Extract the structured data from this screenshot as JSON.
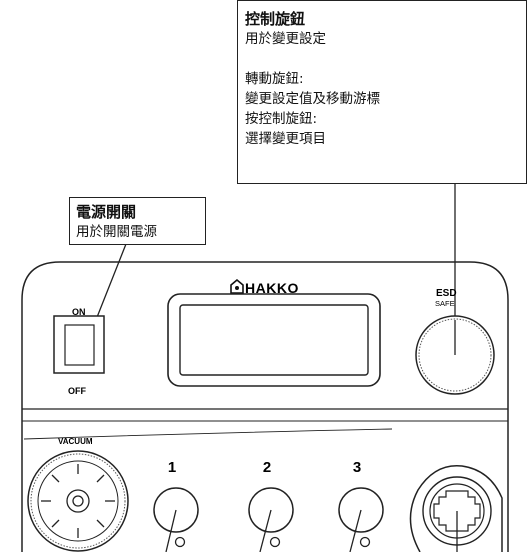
{
  "control_knob_callout": {
    "title": "控制旋鈕",
    "lines": [
      "用於變更設定",
      "",
      "轉動旋鈕:",
      "變更設定值及移動游標",
      "按控制旋鈕:",
      "選擇變更項目"
    ]
  },
  "power_switch_callout": {
    "title": "電源開關",
    "line": "用於開關電源"
  },
  "device": {
    "brand": "HAKKO",
    "esd_label_top": "ESD",
    "esd_label_bottom": "SAFE",
    "switch_on_label": "ON",
    "switch_off_label": "OFF",
    "vacuum_label": "VACUUM",
    "port_labels": [
      "1",
      "2",
      "3"
    ]
  }
}
